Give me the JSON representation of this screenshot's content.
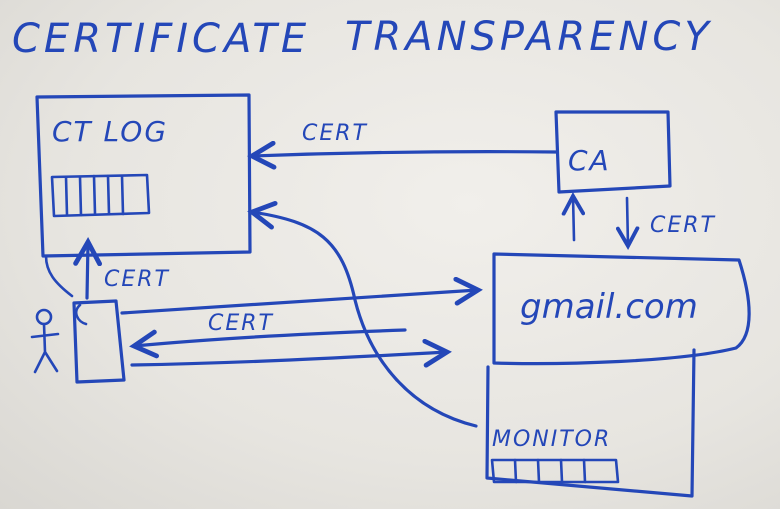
{
  "title_left": "CERTIFICATE",
  "title_right": "TRANSPARENCY",
  "nodes": {
    "ct_log": "CT LOG",
    "ca": "CA",
    "domain": "gmail.com",
    "monitor": "MONITOR"
  },
  "edges": {
    "ca_to_log": "CERT",
    "ca_to_domain": "CERT",
    "user_to_log": "CERT",
    "domain_to_user": "CERT"
  },
  "colors": {
    "ink": "#2447b8",
    "board": "#e9e7e2"
  }
}
